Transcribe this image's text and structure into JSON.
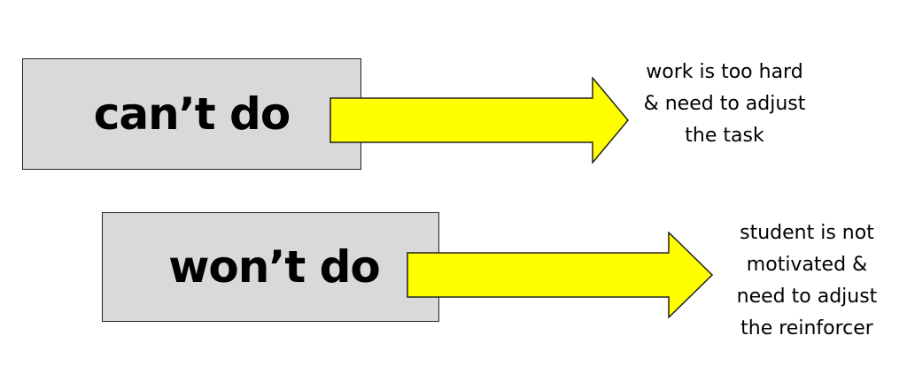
{
  "colors": {
    "box_fill": "#d9d9d9",
    "box_border": "#222222",
    "arrow_fill": "#ffff00",
    "arrow_stroke": "#222222",
    "text": "#000000"
  },
  "rows": [
    {
      "label": "can’t do",
      "note": [
        "work is too hard",
        "& need to adjust",
        "the task"
      ]
    },
    {
      "label": "won’t do",
      "note": [
        "student is not",
        "motivated &",
        "need to adjust",
        "the reinforcer"
      ]
    }
  ]
}
